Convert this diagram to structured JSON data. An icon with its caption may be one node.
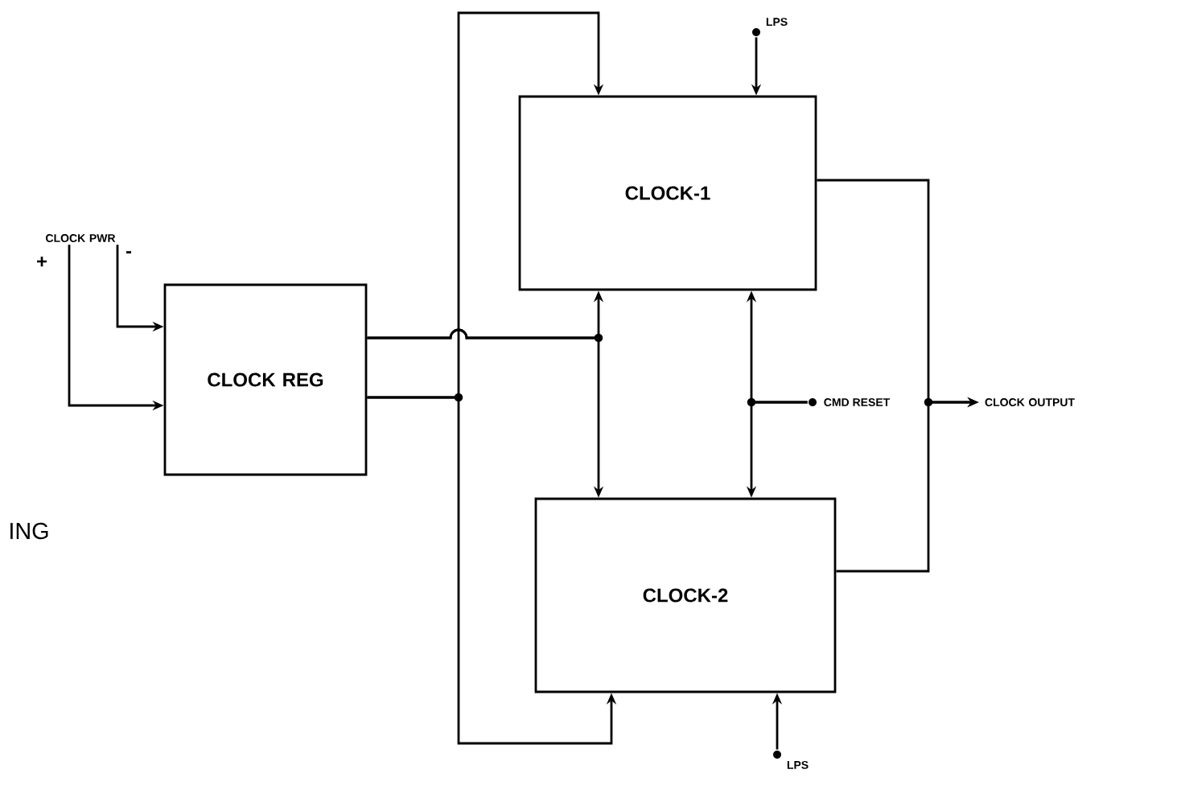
{
  "diagram": {
    "nodes": [
      {
        "text": [
          "CLOCK PWR"
        ]
      },
      {
        "text": [
          "CLOCK REG"
        ]
      },
      {
        "text": [
          "CLOCK-1"
        ]
      },
      {
        "text": [
          "CLOCK-2"
        ]
      },
      {
        "text": [],
        "shape": "circle",
        "beside": [
          "LPS"
        ]
      },
      {
        "text": [],
        "shape": "circle",
        "beside": [
          "LPS"
        ]
      },
      {
        "text": [],
        "shape": "circle",
        "beside": [
          "CMD RESET"
        ]
      },
      {
        "text": [
          "CLOCK OUTPUT"
        ]
      }
    ],
    "edges": [
      {
        "from": 0,
        "to": 1,
        "arrow": "to"
      },
      {
        "from": 0,
        "to": 1,
        "arrow": "to"
      },
      {
        "from": 1,
        "to": 2,
        "arrow": "to"
      },
      {
        "from": 1,
        "to": 3,
        "arrow": "to"
      },
      {
        "from": 1,
        "to": 2,
        "arrow": "to"
      },
      {
        "from": 1,
        "to": 3,
        "arrow": "to"
      },
      {
        "from": 4,
        "to": 2,
        "arrow": "to"
      },
      {
        "from": 5,
        "to": 3,
        "arrow": "to"
      },
      {
        "from": 6,
        "to": 2,
        "arrow": "to"
      },
      {
        "from": 6,
        "to": 3,
        "arrow": "to"
      },
      {
        "from": 2,
        "to": 7,
        "arrow": "to"
      },
      {
        "from": 3,
        "to": 7,
        "arrow": "to"
      }
    ],
    "labels": [
      "+",
      "-",
      "ING"
    ]
  }
}
